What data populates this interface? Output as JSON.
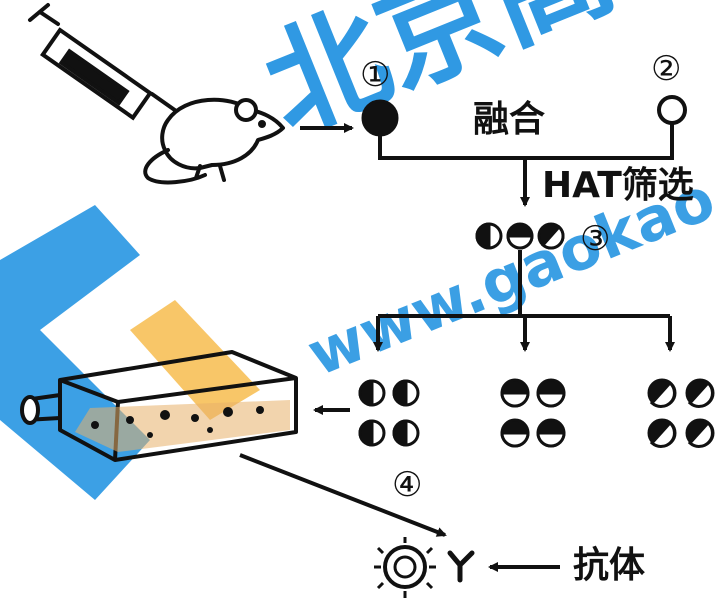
{
  "watermark": {
    "main": "北京高考",
    "sub": "www.gaokao",
    "color": "#1a8fe0",
    "accent": "#f5b335"
  },
  "labels": {
    "step1": "①",
    "step2": "②",
    "step3": "③",
    "step4": "④",
    "fusion": "融合",
    "hat_screen": "HAT筛选",
    "antibody": "抗体"
  },
  "icons": [
    "syringe-icon",
    "mouse-icon",
    "culture-flask-icon",
    "antigen-cell-icon",
    "antibody-icon"
  ]
}
